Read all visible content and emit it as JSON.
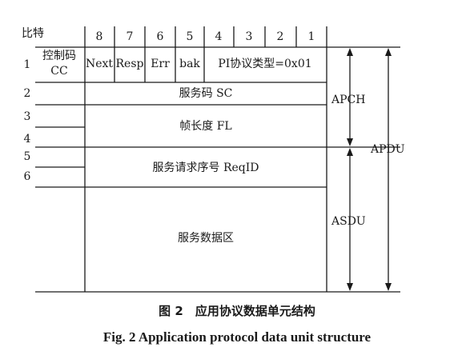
{
  "header": {
    "bit_label": "比特",
    "bits": [
      "8",
      "7",
      "6",
      "5",
      "4",
      "3",
      "2",
      "1"
    ]
  },
  "rows": {
    "numbers": [
      "1",
      "2",
      "3",
      "4",
      "5",
      "6"
    ],
    "row1": {
      "cc_line1": "控制码",
      "cc_line2": "CC",
      "next": "Next",
      "resp": "Resp",
      "err": "Err",
      "bak": "bak",
      "pi_type": "PI协议类型=0x01"
    },
    "service_code": "服务码 SC",
    "frame_length": "帧长度 FL",
    "req_id": "服务请求序号 ReqID",
    "data_area": "服务数据区"
  },
  "brackets": {
    "apch": "APCH",
    "asdu": "ASDU",
    "apdu": "APDU"
  },
  "caption": {
    "chinese": "图 2　应用协议数据单元结构",
    "english": "Fig. 2 Application protocol data unit structure"
  }
}
